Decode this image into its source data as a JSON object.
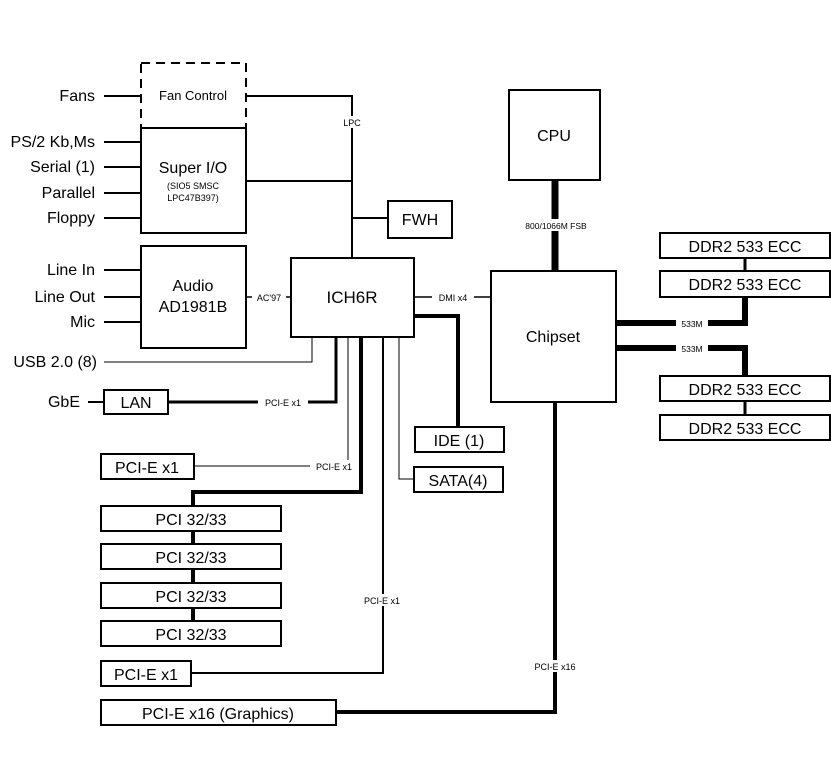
{
  "blocks": {
    "fan_control": "Fan Control",
    "super_io": "Super I/O",
    "super_io_sub1": "(SIO5 SMSC",
    "super_io_sub2": "LPC47B397)",
    "audio_line1": "Audio",
    "audio_line2": "AD1981B",
    "fwh": "FWH",
    "ich": "ICH6R",
    "cpu": "CPU",
    "chipset": "Chipset",
    "lan": "LAN",
    "ide": "IDE (1)",
    "sata": "SATA(4)",
    "pcie_x1_slot_a": "PCI-E x1",
    "pcie_x1_slot_b": "PCI-E x1",
    "pcie_x16_slot": "PCI-E x16 (Graphics)",
    "pci_slots": [
      "PCI 32/33",
      "PCI 32/33",
      "PCI 32/33",
      "PCI 32/33"
    ],
    "dimms": [
      "DDR2 533 ECC",
      "DDR2 533 ECC",
      "DDR2 533 ECC",
      "DDR2 533 ECC"
    ]
  },
  "ports": {
    "fans": "Fans",
    "ps2": "PS/2 Kb,Ms",
    "serial": "Serial (1)",
    "parallel": "Parallel",
    "floppy": "Floppy",
    "line_in": "Line In",
    "line_out": "Line Out",
    "mic": "Mic",
    "usb": "USB 2.0 (8)",
    "gbe": "GbE"
  },
  "buses": {
    "lpc": "LPC",
    "ac97": "AC'97",
    "dmi": "DMI x4",
    "fsb": "800/1066M FSB",
    "mem_a": "533M",
    "mem_b": "533M",
    "pcie_lan": "PCI-E x1",
    "pcie_slot": "PCI-E x1",
    "pcie_lower": "PCI-E x1",
    "pcie_x16": "PCI-E x16"
  }
}
